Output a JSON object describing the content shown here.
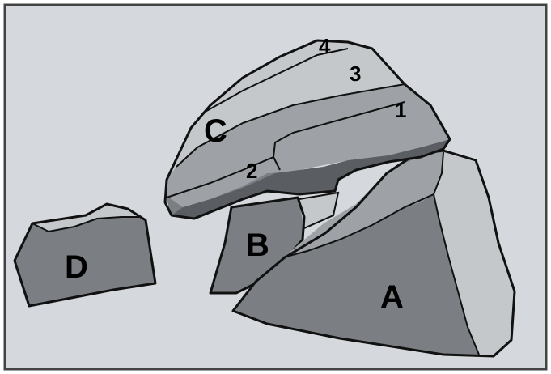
{
  "labels": {
    "A": "A",
    "B": "B",
    "C": "C",
    "D": "D",
    "face1": "1",
    "face2": "2",
    "face3": "3",
    "face4": "4"
  },
  "colors": {
    "background": "#d5d8dc",
    "border": "#444444",
    "dark": "#7b7f84",
    "mid": "#9ea2a6",
    "light": "#c5c8cb",
    "shadow": "#5a5d61"
  }
}
